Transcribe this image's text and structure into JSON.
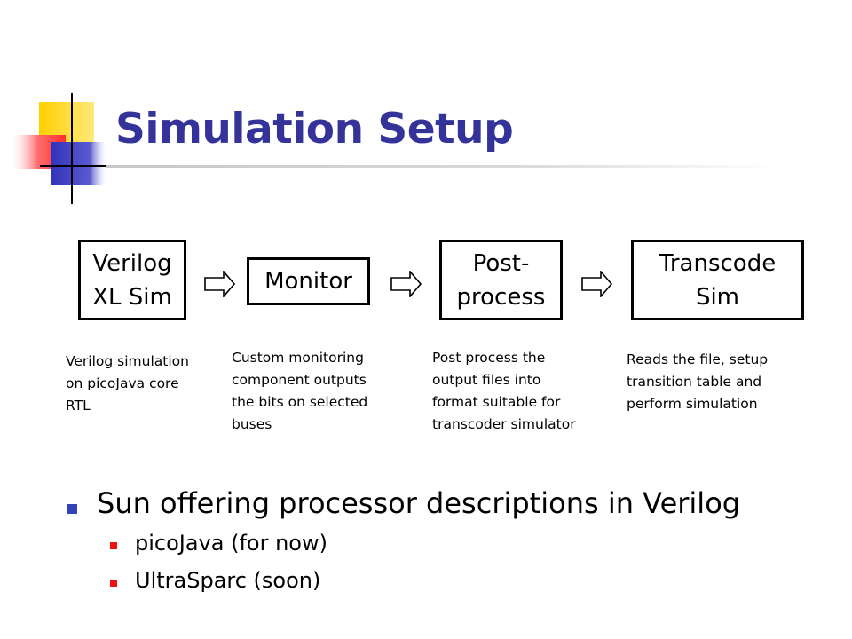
{
  "title": "Simulation Setup",
  "colors": {
    "title": "#333399",
    "level1_bullet": "#3344bb",
    "level2_bullet": "#ee1111"
  },
  "flow": {
    "boxes": [
      {
        "label": "Verilog\nXL Sim",
        "description": "Verilog simulation\non picoJava core\nRTL"
      },
      {
        "label": "Monitor",
        "description": "Custom monitoring\ncomponent outputs\nthe bits on selected\nbuses"
      },
      {
        "label": "Post-\nprocess",
        "description": "Post process the\noutput files into\nformat suitable for\ntranscoder simulator"
      },
      {
        "label": "Transcode\nSim",
        "description": "Reads the file, setup\ntransition table and\nperform simulation"
      }
    ]
  },
  "bullets": {
    "main": "Sun offering processor descriptions in Verilog",
    "sub": [
      "picoJava (for now)",
      "UltraSparc (soon)"
    ]
  }
}
